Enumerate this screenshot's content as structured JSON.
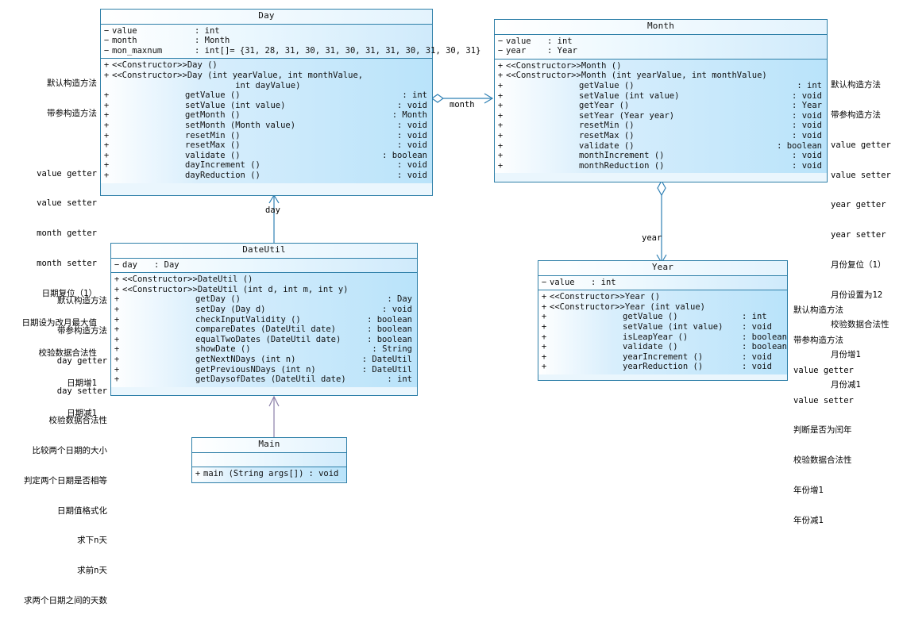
{
  "diagram": {
    "kind": "uml-class-diagram",
    "accent_border": "#2e7fa8",
    "fill_light": "#eaf6fd",
    "fill_deep": "#b9e3fa",
    "edge_color": "#2f80b4",
    "dependency_color": "#8a7fa8"
  },
  "classes": {
    "day": {
      "name": "Day",
      "attributes": [
        {
          "vis": "−",
          "name": "value",
          "type": "int",
          "init": ""
        },
        {
          "vis": "−",
          "name": "month",
          "type": "Month",
          "init": ""
        },
        {
          "vis": "−",
          "name": "mon_maxnum",
          "type": "int[]",
          "init": "= {31, 28, 31, 30, 31, 30, 31, 31, 30, 31, 30, 31}"
        }
      ],
      "operations": [
        {
          "vis": "+",
          "stereo": "<<Constructor>>",
          "sig": "Day ()",
          "type": ""
        },
        {
          "vis": "+",
          "stereo": "<<Constructor>>",
          "sig": "Day (int yearValue, int monthValue,",
          "type": ""
        },
        {
          "vis": "",
          "stereo": "",
          "sig": "          int dayValue)",
          "type": ""
        },
        {
          "vis": "+",
          "stereo": "",
          "sig": "getValue ()",
          "type": "int"
        },
        {
          "vis": "+",
          "stereo": "",
          "sig": "setValue (int value)",
          "type": "void"
        },
        {
          "vis": "+",
          "stereo": "",
          "sig": "getMonth ()",
          "type": "Month"
        },
        {
          "vis": "+",
          "stereo": "",
          "sig": "setMonth (Month value)",
          "type": "void"
        },
        {
          "vis": "+",
          "stereo": "",
          "sig": "resetMin ()",
          "type": "void"
        },
        {
          "vis": "+",
          "stereo": "",
          "sig": "resetMax ()",
          "type": "void"
        },
        {
          "vis": "+",
          "stereo": "",
          "sig": "validate ()",
          "type": "boolean"
        },
        {
          "vis": "+",
          "stereo": "",
          "sig": "dayIncrement ()",
          "type": "void"
        },
        {
          "vis": "+",
          "stereo": "",
          "sig": "dayReduction ()",
          "type": "void"
        }
      ]
    },
    "month": {
      "name": "Month",
      "attributes": [
        {
          "vis": "−",
          "name": "value",
          "type": "int",
          "init": ""
        },
        {
          "vis": "−",
          "name": "year",
          "type": "Year",
          "init": ""
        }
      ],
      "operations": [
        {
          "vis": "+",
          "stereo": "<<Constructor>>",
          "sig": "Month ()",
          "type": ""
        },
        {
          "vis": "+",
          "stereo": "<<Constructor>>",
          "sig": "Month (int yearValue, int monthValue)",
          "type": ""
        },
        {
          "vis": "+",
          "stereo": "",
          "sig": "getValue ()",
          "type": "int"
        },
        {
          "vis": "+",
          "stereo": "",
          "sig": "setValue (int value)",
          "type": "void"
        },
        {
          "vis": "+",
          "stereo": "",
          "sig": "getYear ()",
          "type": "Year"
        },
        {
          "vis": "+",
          "stereo": "",
          "sig": "setYear (Year year)",
          "type": "void"
        },
        {
          "vis": "+",
          "stereo": "",
          "sig": "resetMin ()",
          "type": "void"
        },
        {
          "vis": "+",
          "stereo": "",
          "sig": "resetMax ()",
          "type": "void"
        },
        {
          "vis": "+",
          "stereo": "",
          "sig": "validate ()",
          "type": "boolean"
        },
        {
          "vis": "+",
          "stereo": "",
          "sig": "monthIncrement ()",
          "type": "void"
        },
        {
          "vis": "+",
          "stereo": "",
          "sig": "monthReduction ()",
          "type": "void"
        }
      ]
    },
    "dateutil": {
      "name": "DateUtil",
      "attributes": [
        {
          "vis": "−",
          "name": "day",
          "type": "Day",
          "init": ""
        }
      ],
      "operations": [
        {
          "vis": "+",
          "stereo": "<<Constructor>>",
          "sig": "DateUtil ()",
          "type": ""
        },
        {
          "vis": "+",
          "stereo": "<<Constructor>>",
          "sig": "DateUtil (int d, int m, int y)",
          "type": ""
        },
        {
          "vis": "+",
          "stereo": "",
          "sig": "getDay ()",
          "type": "Day"
        },
        {
          "vis": "+",
          "stereo": "",
          "sig": "setDay (Day d)",
          "type": "void"
        },
        {
          "vis": "+",
          "stereo": "",
          "sig": "checkInputValidity ()",
          "type": "boolean"
        },
        {
          "vis": "+",
          "stereo": "",
          "sig": "compareDates (DateUtil date)",
          "type": "boolean"
        },
        {
          "vis": "+",
          "stereo": "",
          "sig": "equalTwoDates (DateUtil date)",
          "type": "boolean"
        },
        {
          "vis": "+",
          "stereo": "",
          "sig": "showDate ()",
          "type": "String"
        },
        {
          "vis": "+",
          "stereo": "",
          "sig": "getNextNDays (int n)",
          "type": "DateUtil"
        },
        {
          "vis": "+",
          "stereo": "",
          "sig": "getPreviousNDays (int n)",
          "type": "DateUtil"
        },
        {
          "vis": "+",
          "stereo": "",
          "sig": "getDaysofDates (DateUtil date)",
          "type": "int"
        }
      ]
    },
    "year": {
      "name": "Year",
      "attributes": [
        {
          "vis": "−",
          "name": "value",
          "type": "int",
          "init": ""
        }
      ],
      "operations": [
        {
          "vis": "+",
          "stereo": "<<Constructor>>",
          "sig": "Year ()",
          "type": ""
        },
        {
          "vis": "+",
          "stereo": "<<Constructor>>",
          "sig": "Year (int value)",
          "type": ""
        },
        {
          "vis": "+",
          "stereo": "",
          "sig": "getValue ()",
          "type": "int"
        },
        {
          "vis": "+",
          "stereo": "",
          "sig": "setValue (int value)",
          "type": "void"
        },
        {
          "vis": "+",
          "stereo": "",
          "sig": "isLeapYear ()",
          "type": "boolean"
        },
        {
          "vis": "+",
          "stereo": "",
          "sig": "validate ()",
          "type": "boolean"
        },
        {
          "vis": "+",
          "stereo": "",
          "sig": "yearIncrement ()",
          "type": "void"
        },
        {
          "vis": "+",
          "stereo": "",
          "sig": "yearReduction ()",
          "type": "void"
        }
      ]
    },
    "main": {
      "name": "Main",
      "attributes": [],
      "operations": [
        {
          "vis": "+",
          "stereo": "",
          "sig": "main (String args[])",
          "type": "void"
        }
      ]
    }
  },
  "notes": {
    "day": [
      "默认构造方法",
      "带参构造方法",
      "",
      "value getter",
      "value setter",
      "month getter",
      "month setter",
      "日期复位（1）",
      "日期设为改月最大值",
      "校验数据合法性",
      "日期增1",
      "日期减1"
    ],
    "month": [
      "默认构造方法",
      "带参构造方法",
      "value getter",
      "value setter",
      "year getter",
      "year setter",
      "月份复位（1）",
      "月份设置为12",
      "校验数据合法性",
      "月份增1",
      "月份减1"
    ],
    "dateutil": [
      "默认构造方法",
      "带参构造方法",
      "day getter",
      "day setter",
      "校验数据合法性",
      "比较两个日期的大小",
      "判定两个日期是否相等",
      "日期值格式化",
      "求下n天",
      "求前n天",
      "求两个日期之间的天数"
    ],
    "year": [
      "默认构造方法",
      "带参构造方法",
      "value getter",
      "value setter",
      "判断是否为闰年",
      "校验数据合法性",
      "年份增1",
      "年份减1"
    ]
  },
  "edges": {
    "day_month": {
      "label": "month",
      "kind": "aggregation"
    },
    "dateutil_day": {
      "label": "day",
      "kind": "aggregation"
    },
    "month_year": {
      "label": "year",
      "kind": "aggregation"
    },
    "main_dateutil": {
      "label": "",
      "kind": "dependency"
    }
  }
}
